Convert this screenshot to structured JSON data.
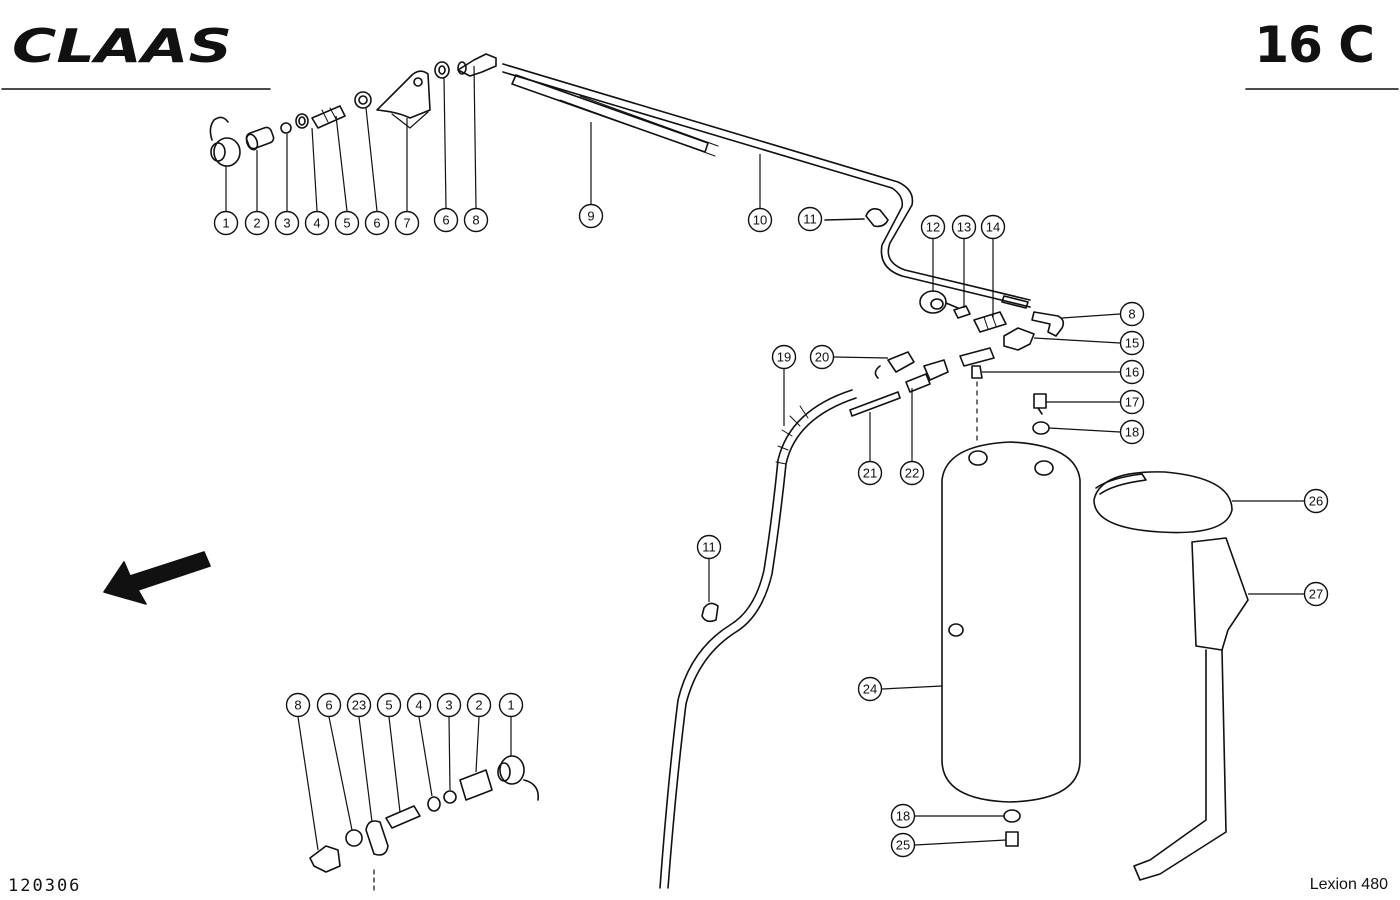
{
  "header": {
    "brand": "CLAAS",
    "page_code": "16 C"
  },
  "footer": {
    "drawing_number": "120306",
    "model": "Lexion 480"
  },
  "callouts": [
    {
      "label": "1"
    },
    {
      "label": "2"
    },
    {
      "label": "3"
    },
    {
      "label": "4"
    },
    {
      "label": "5"
    },
    {
      "label": "6"
    },
    {
      "label": "7"
    },
    {
      "label": "6"
    },
    {
      "label": "8"
    },
    {
      "label": "9"
    },
    {
      "label": "10"
    },
    {
      "label": "11"
    },
    {
      "label": "12"
    },
    {
      "label": "13"
    },
    {
      "label": "14"
    },
    {
      "label": "8"
    },
    {
      "label": "15"
    },
    {
      "label": "16"
    },
    {
      "label": "17"
    },
    {
      "label": "18"
    },
    {
      "label": "19"
    },
    {
      "label": "20"
    },
    {
      "label": "21"
    },
    {
      "label": "22"
    },
    {
      "label": "26"
    },
    {
      "label": "27"
    },
    {
      "label": "11"
    },
    {
      "label": "24"
    },
    {
      "label": "18"
    },
    {
      "label": "25"
    },
    {
      "label": "8"
    },
    {
      "label": "6"
    },
    {
      "label": "23"
    },
    {
      "label": "5"
    },
    {
      "label": "4"
    },
    {
      "label": "3"
    },
    {
      "label": "2"
    },
    {
      "label": "1"
    }
  ]
}
